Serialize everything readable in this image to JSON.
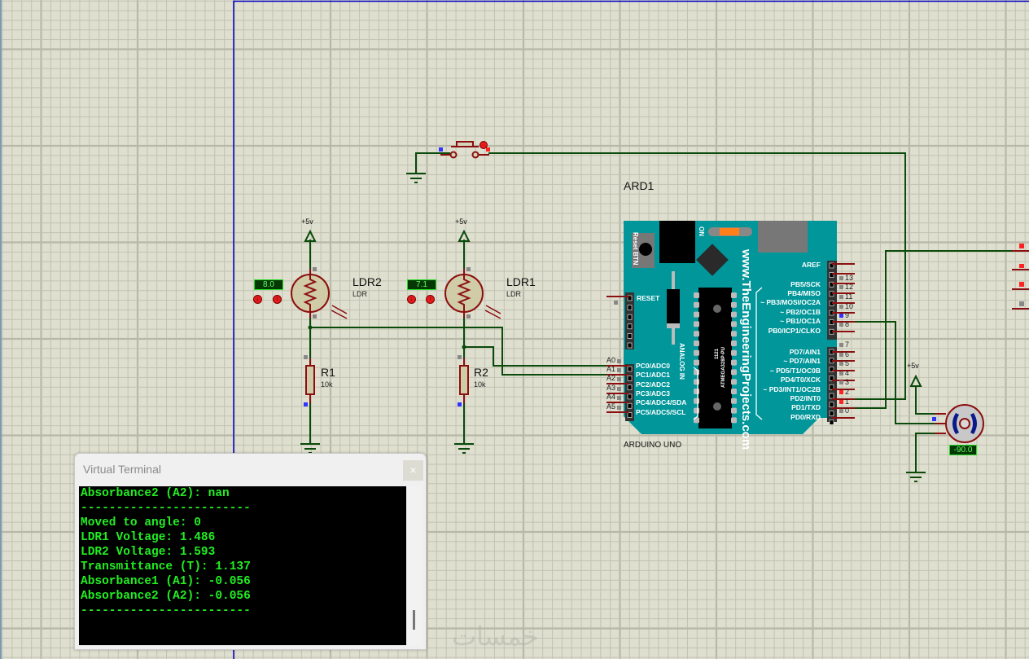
{
  "schematic": {
    "power_label": "+5v",
    "ldr2": {
      "ref": "LDR2",
      "type": "LDR",
      "readout": "8.0"
    },
    "ldr1": {
      "ref": "LDR1",
      "type": "LDR",
      "readout": "7.1"
    },
    "r1": {
      "ref": "R1",
      "value": "10k"
    },
    "r2": {
      "ref": "R2",
      "value": "10k"
    },
    "servo": {
      "readout": "-90.0"
    },
    "pot_down_glyph": "↓",
    "pot_up_glyph": "↑"
  },
  "arduino": {
    "ref": "ARD1",
    "part": "ARDUINO UNO",
    "brand_text": "www.TheEngineeringProjects.com",
    "chip_text": "ATMEGA328P-PU",
    "chip_code": "1121",
    "reset_btn_label": "Reset BTN",
    "on_label": "ON",
    "reset_label": "RESET",
    "analog_in_label": "ANALOG IN",
    "analog_pins": [
      {
        "board": "PC0/ADC0",
        "ext": "A0"
      },
      {
        "board": "PC1/ADC1",
        "ext": "A1"
      },
      {
        "board": "PC2/ADC2",
        "ext": "A2"
      },
      {
        "board": "PC3/ADC3",
        "ext": "A3"
      },
      {
        "board": "PC4/ADC4/SDA",
        "ext": "A4"
      },
      {
        "board": "PC5/ADC5/SCL",
        "ext": "A5"
      }
    ],
    "digital_pins_top": [
      {
        "board": "AREF",
        "ext": ""
      },
      {
        "board": "",
        "ext": "13"
      },
      {
        "board": "PB5/SCK",
        "ext": "12"
      },
      {
        "board": "PB4/MISO",
        "ext": "11"
      },
      {
        "board": "~ PB3/MOSI/OC2A",
        "ext": "10"
      },
      {
        "board": "~ PB2/OC1B",
        "ext": "9"
      },
      {
        "board": "~ PB1/OC1A",
        "ext": "8"
      },
      {
        "board": "PB0/ICP1/CLKO",
        "ext": ""
      }
    ],
    "digital_pins_bottom": [
      {
        "board": "",
        "ext": "7"
      },
      {
        "board": "PD7/AIN1",
        "ext": "6"
      },
      {
        "board": "~ PD7/AIN1",
        "ext": "5"
      },
      {
        "board": "~ PD5/T1/OC0B",
        "ext": "4"
      },
      {
        "board": "PD4/T0/XCK",
        "ext": "3"
      },
      {
        "board": "~ PD3/INT1/OC2B",
        "ext": "2"
      },
      {
        "board": "PD2/INT0",
        "ext": "1"
      },
      {
        "board": "PD1/TXD",
        "ext": "0"
      },
      {
        "board": "PD0/RXD",
        "ext": ""
      }
    ]
  },
  "terminal": {
    "title": "Virtual Terminal",
    "close_glyph": "×",
    "lines": [
      "Absorbance2 (A2): nan",
      "------------------------",
      "Moved to angle: 0",
      "LDR1 Voltage: 1.486",
      "LDR2 Voltage: 1.593",
      "Transmittance (T): 1.137",
      "Absorbance1 (A1): -0.056",
      "Absorbance2 (A2): -0.056",
      "------------------------"
    ]
  },
  "watermark": "خمسات",
  "colors": {
    "grid_bg": "#dfdfd0",
    "grid_minor": "#c2c2b2",
    "grid_major": "#b8b8a8",
    "wire": "#0a4a0a",
    "component": "#8b0f0f",
    "board": "#00969a",
    "terminal_text": "#22ee22",
    "sheet_border": "#0000c0"
  }
}
